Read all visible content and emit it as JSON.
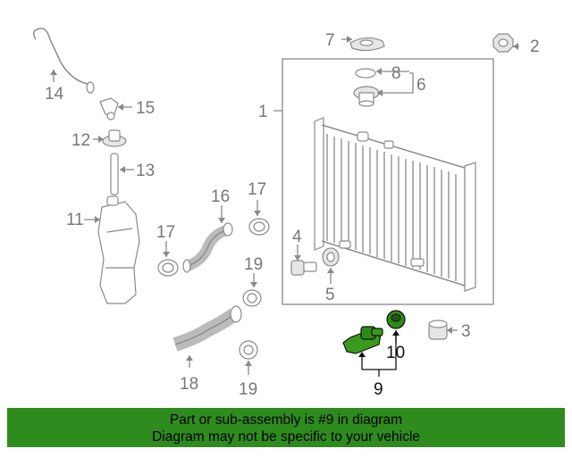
{
  "callouts": {
    "c1": "1",
    "c2": "2",
    "c3": "3",
    "c4": "4",
    "c5": "5",
    "c6": "6",
    "c7": "7",
    "c8": "8",
    "c9": "9",
    "c10": "10",
    "c11": "11",
    "c12": "12",
    "c13": "13",
    "c14": "14",
    "c15": "15",
    "c16": "16",
    "c17a": "17",
    "c17b": "17",
    "c18": "18",
    "c19a": "19",
    "c19b": "19"
  },
  "banner": {
    "line1": "Part or sub-assembly is #9 in diagram",
    "line2": "Diagram may not be specific to your vehicle"
  },
  "colors": {
    "highlight_part": "#3a9a1e",
    "banner_bg": "#2e8b1e",
    "line_gray": "#888888"
  }
}
